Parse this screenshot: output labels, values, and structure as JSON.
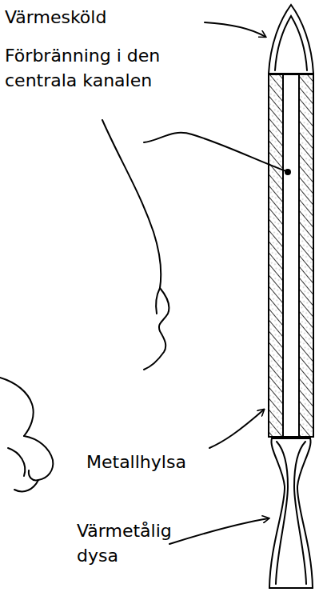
{
  "diagram": {
    "labels": [
      "Värmesköld",
      "Förbränning i den centrala kanalen",
      "Metallhylsa",
      "Värmetålig dysa"
    ]
  }
}
